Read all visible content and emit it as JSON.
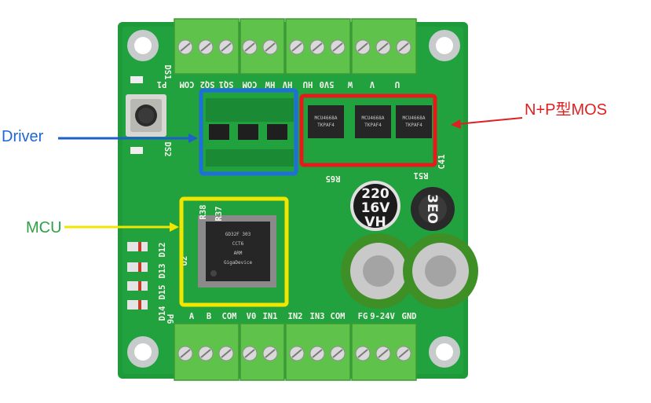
{
  "annotations": {
    "driver": {
      "label": "Driver",
      "color": "#2166d6"
    },
    "mcu": {
      "label": "MCU",
      "color": "#2ea043"
    },
    "mos": {
      "label": "N+P型MOS",
      "color": "#e02020"
    },
    "mcu_box_color": "#f2e600",
    "driver_box_color": "#1e6fd9",
    "mos_box_color": "#e41b1b"
  },
  "board": {
    "top_silk_labels": [
      "P1",
      "COM",
      "SQ2",
      "SQ1",
      "COM",
      "HW",
      "HV",
      "HU",
      "5V0",
      "W",
      "V",
      "U"
    ],
    "bottom_silk_labels": [
      "P6",
      "A",
      "B",
      "COM",
      "V0",
      "IN1",
      "IN2",
      "IN3",
      "COM",
      "FG",
      "9-24V",
      "GND"
    ],
    "side_silk_labels": [
      "DS1",
      "DS2",
      "D12",
      "D13",
      "D15",
      "D14",
      "U2",
      "R38",
      "R37",
      "R65",
      "R51",
      "C41"
    ],
    "mcu_chip_text": [
      "GD32F 303",
      "CCT6",
      "ARM",
      "GigaDevice"
    ],
    "mos_chip_text": [
      "MCU4668A",
      "TKPAF4"
    ],
    "capacitor_text": [
      "220",
      "16V",
      "VH"
    ],
    "inductor_text": [
      "3EO"
    ],
    "colors": {
      "pcb": "#1e9a3a",
      "terminal": "#5fc24a",
      "silk": "#f4f4ec"
    }
  }
}
